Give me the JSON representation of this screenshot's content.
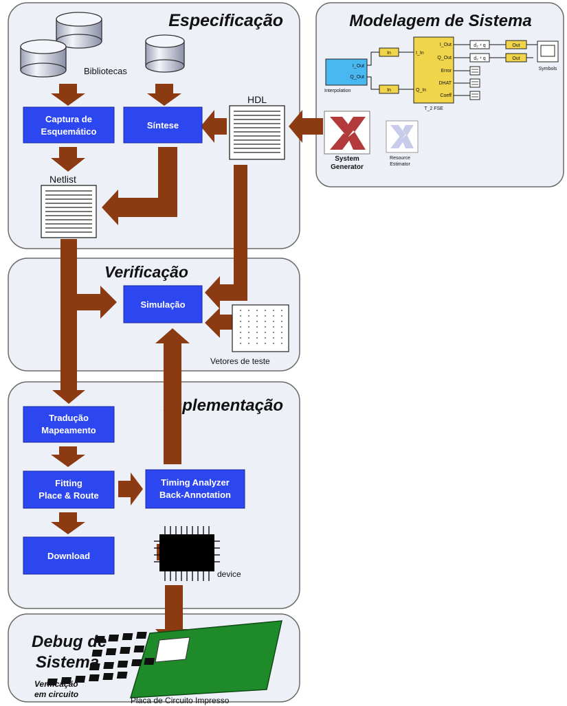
{
  "sections": {
    "especificacao": "Especificação",
    "modelagem": "Modelagem de Sistema",
    "verificacao": "Verificação",
    "implementacao": "Implementação",
    "debug_line1": "Debug de",
    "debug_line2": "Sistema",
    "debug_sub1": "Verificação",
    "debug_sub2": "em circuito"
  },
  "labels": {
    "bibliotecas": "Bibliotecas",
    "hdl": "HDL",
    "netlist": "Netlist",
    "vetores": "Vetores de teste",
    "device": "device",
    "placa": "Placa de Circuito Impresso",
    "system1": "System",
    "system2": "Generator",
    "resource1": "Resource",
    "resource2": "Estimator"
  },
  "boxes": {
    "captura1": "Captura de",
    "captura2": "Esquemático",
    "sintese": "Síntese",
    "simulacao": "Simulação",
    "traducao1": "Tradução",
    "traducao2": "Mapeamento",
    "fitting1": "Fitting",
    "fitting2": "Place & Route",
    "timing1": "Timing Analyzer",
    "timing2": "Back-Annotation",
    "download": "Download"
  },
  "model": {
    "i_out": "I_Out",
    "q_out": "Q_Out",
    "interpolation": "Interpolation",
    "in1": "In",
    "in2": "In",
    "i_in": "I_In",
    "q_in": "Q_In",
    "p_i_out": "I_Out",
    "p_q_out": "Q_Out",
    "p_error": "Error",
    "p_dhat": "DHAT",
    "p_coeff": "Coeff",
    "fse": "T_2 FSE",
    "out1": "Out",
    "out2": "Out",
    "symbols": "Symbols",
    "dq1": "d₂ ⁴ q",
    "dq2": "d₂ ⁴ q"
  },
  "colors": {
    "panel": "#eef0f8",
    "panel_border": "#6a6a6a",
    "box_blue": "#2c46f0",
    "arrow_brown": "#8b3a12",
    "pcb_green": "#1f8a2a",
    "model_block": "#f0d44a",
    "interp_block": "#4ab8f0"
  }
}
